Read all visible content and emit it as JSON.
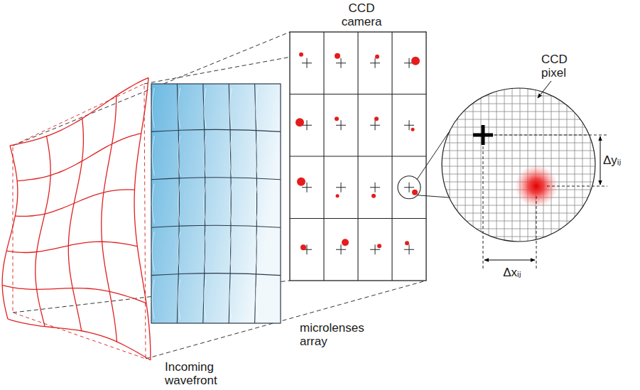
{
  "diagram": {
    "labels": [
      "CCD camera",
      "CCD pixel",
      "Δyᵢⱼ",
      "Δxᵢⱼ",
      "microlenses array",
      "Incoming wavefront"
    ]
  }
}
